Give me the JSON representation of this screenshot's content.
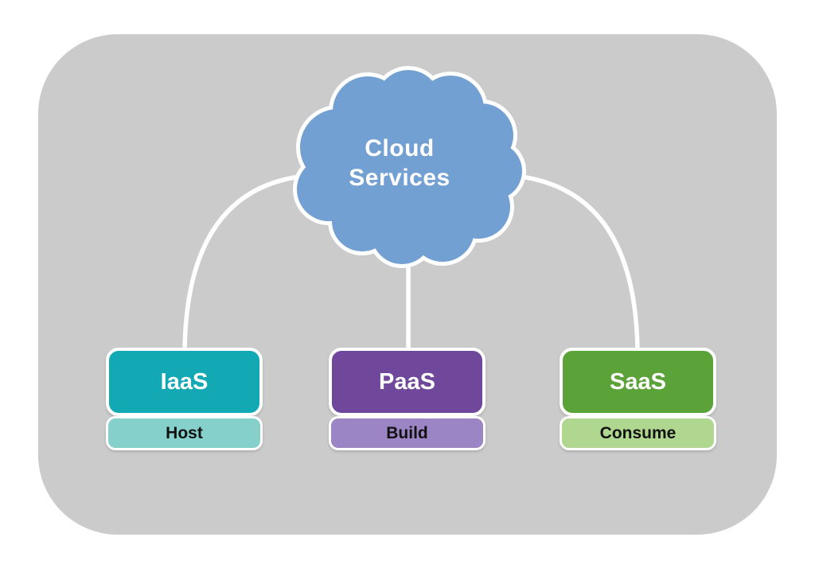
{
  "diagram": {
    "type": "hierarchy",
    "root": {
      "id": "cloud-services",
      "label_line1": "Cloud",
      "label_line2": "Services",
      "shape": "cloud"
    },
    "nodes": [
      {
        "id": "iaas",
        "label": "IaaS",
        "sublabel": "Host",
        "color": "#12a9b4",
        "subcolor": "#85d0cb"
      },
      {
        "id": "paas",
        "label": "PaaS",
        "sublabel": "Build",
        "color": "#70489b",
        "subcolor": "#9c85c5"
      },
      {
        "id": "saas",
        "label": "SaaS",
        "sublabel": "Consume",
        "color": "#5ba338",
        "subcolor": "#afd78f"
      }
    ],
    "edges": [
      {
        "from": "cloud-services",
        "to": "iaas"
      },
      {
        "from": "cloud-services",
        "to": "paas"
      },
      {
        "from": "cloud-services",
        "to": "saas"
      }
    ]
  },
  "colors": {
    "panel_gray": "#cbcbcb",
    "cloud_blue": "#73a0d3",
    "outline_white": "#ffffff",
    "label_light": "#ffffff",
    "label_dark": "#111111"
  }
}
